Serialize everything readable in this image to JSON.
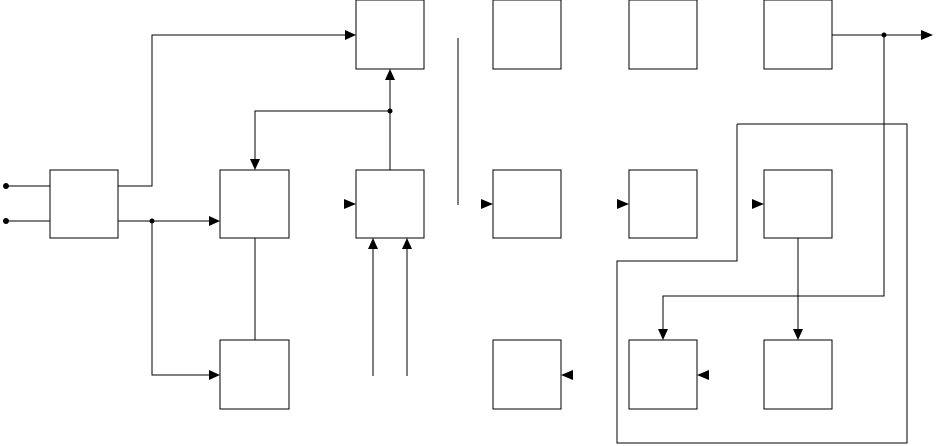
{
  "diagram": {
    "description_text": [],
    "stroke_color": "#000000",
    "background_color": "#ffffff",
    "blocks": [
      {
        "id": "input-splitter"
      },
      {
        "id": "top-center"
      },
      {
        "id": "top-col5"
      },
      {
        "id": "top-col6"
      },
      {
        "id": "top-col7"
      },
      {
        "id": "mid-col2"
      },
      {
        "id": "mid-col3"
      },
      {
        "id": "mid-col5"
      },
      {
        "id": "mid-col6"
      },
      {
        "id": "mid-col7"
      },
      {
        "id": "bottom-col2"
      },
      {
        "id": "bottom-col5"
      },
      {
        "id": "bottom-col6"
      },
      {
        "id": "bottom-col7"
      }
    ],
    "terminals": [
      {
        "id": "input-1"
      },
      {
        "id": "input-2"
      },
      {
        "id": "output"
      }
    ]
  }
}
